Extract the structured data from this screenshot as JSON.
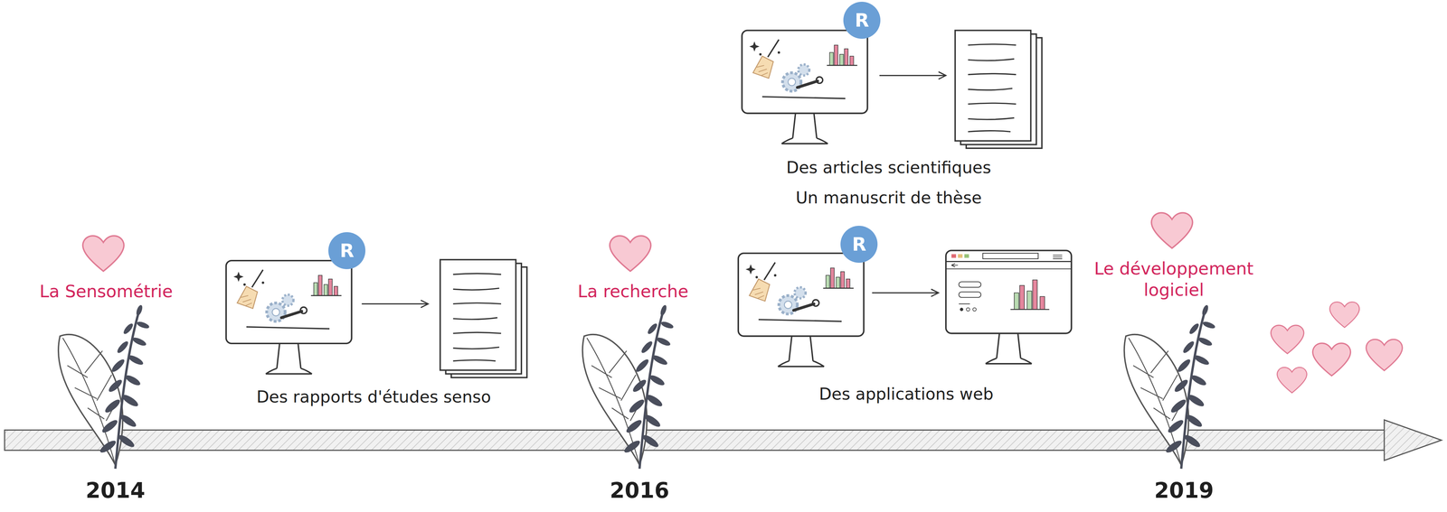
{
  "diagram": {
    "nodes": [
      {
        "text": [
          "R"
        ]
      },
      {
        "text": [
          "R"
        ]
      },
      {
        "text": [
          "R"
        ]
      }
    ],
    "labels": [
      "La Sensométrie",
      "2014",
      "Des rapports d'études senso",
      "Des articles scientifiques",
      "Un manuscrit de thèse",
      "La recherche",
      "2016",
      "Des applications web",
      "Le développement logiciel",
      "2019"
    ]
  }
}
